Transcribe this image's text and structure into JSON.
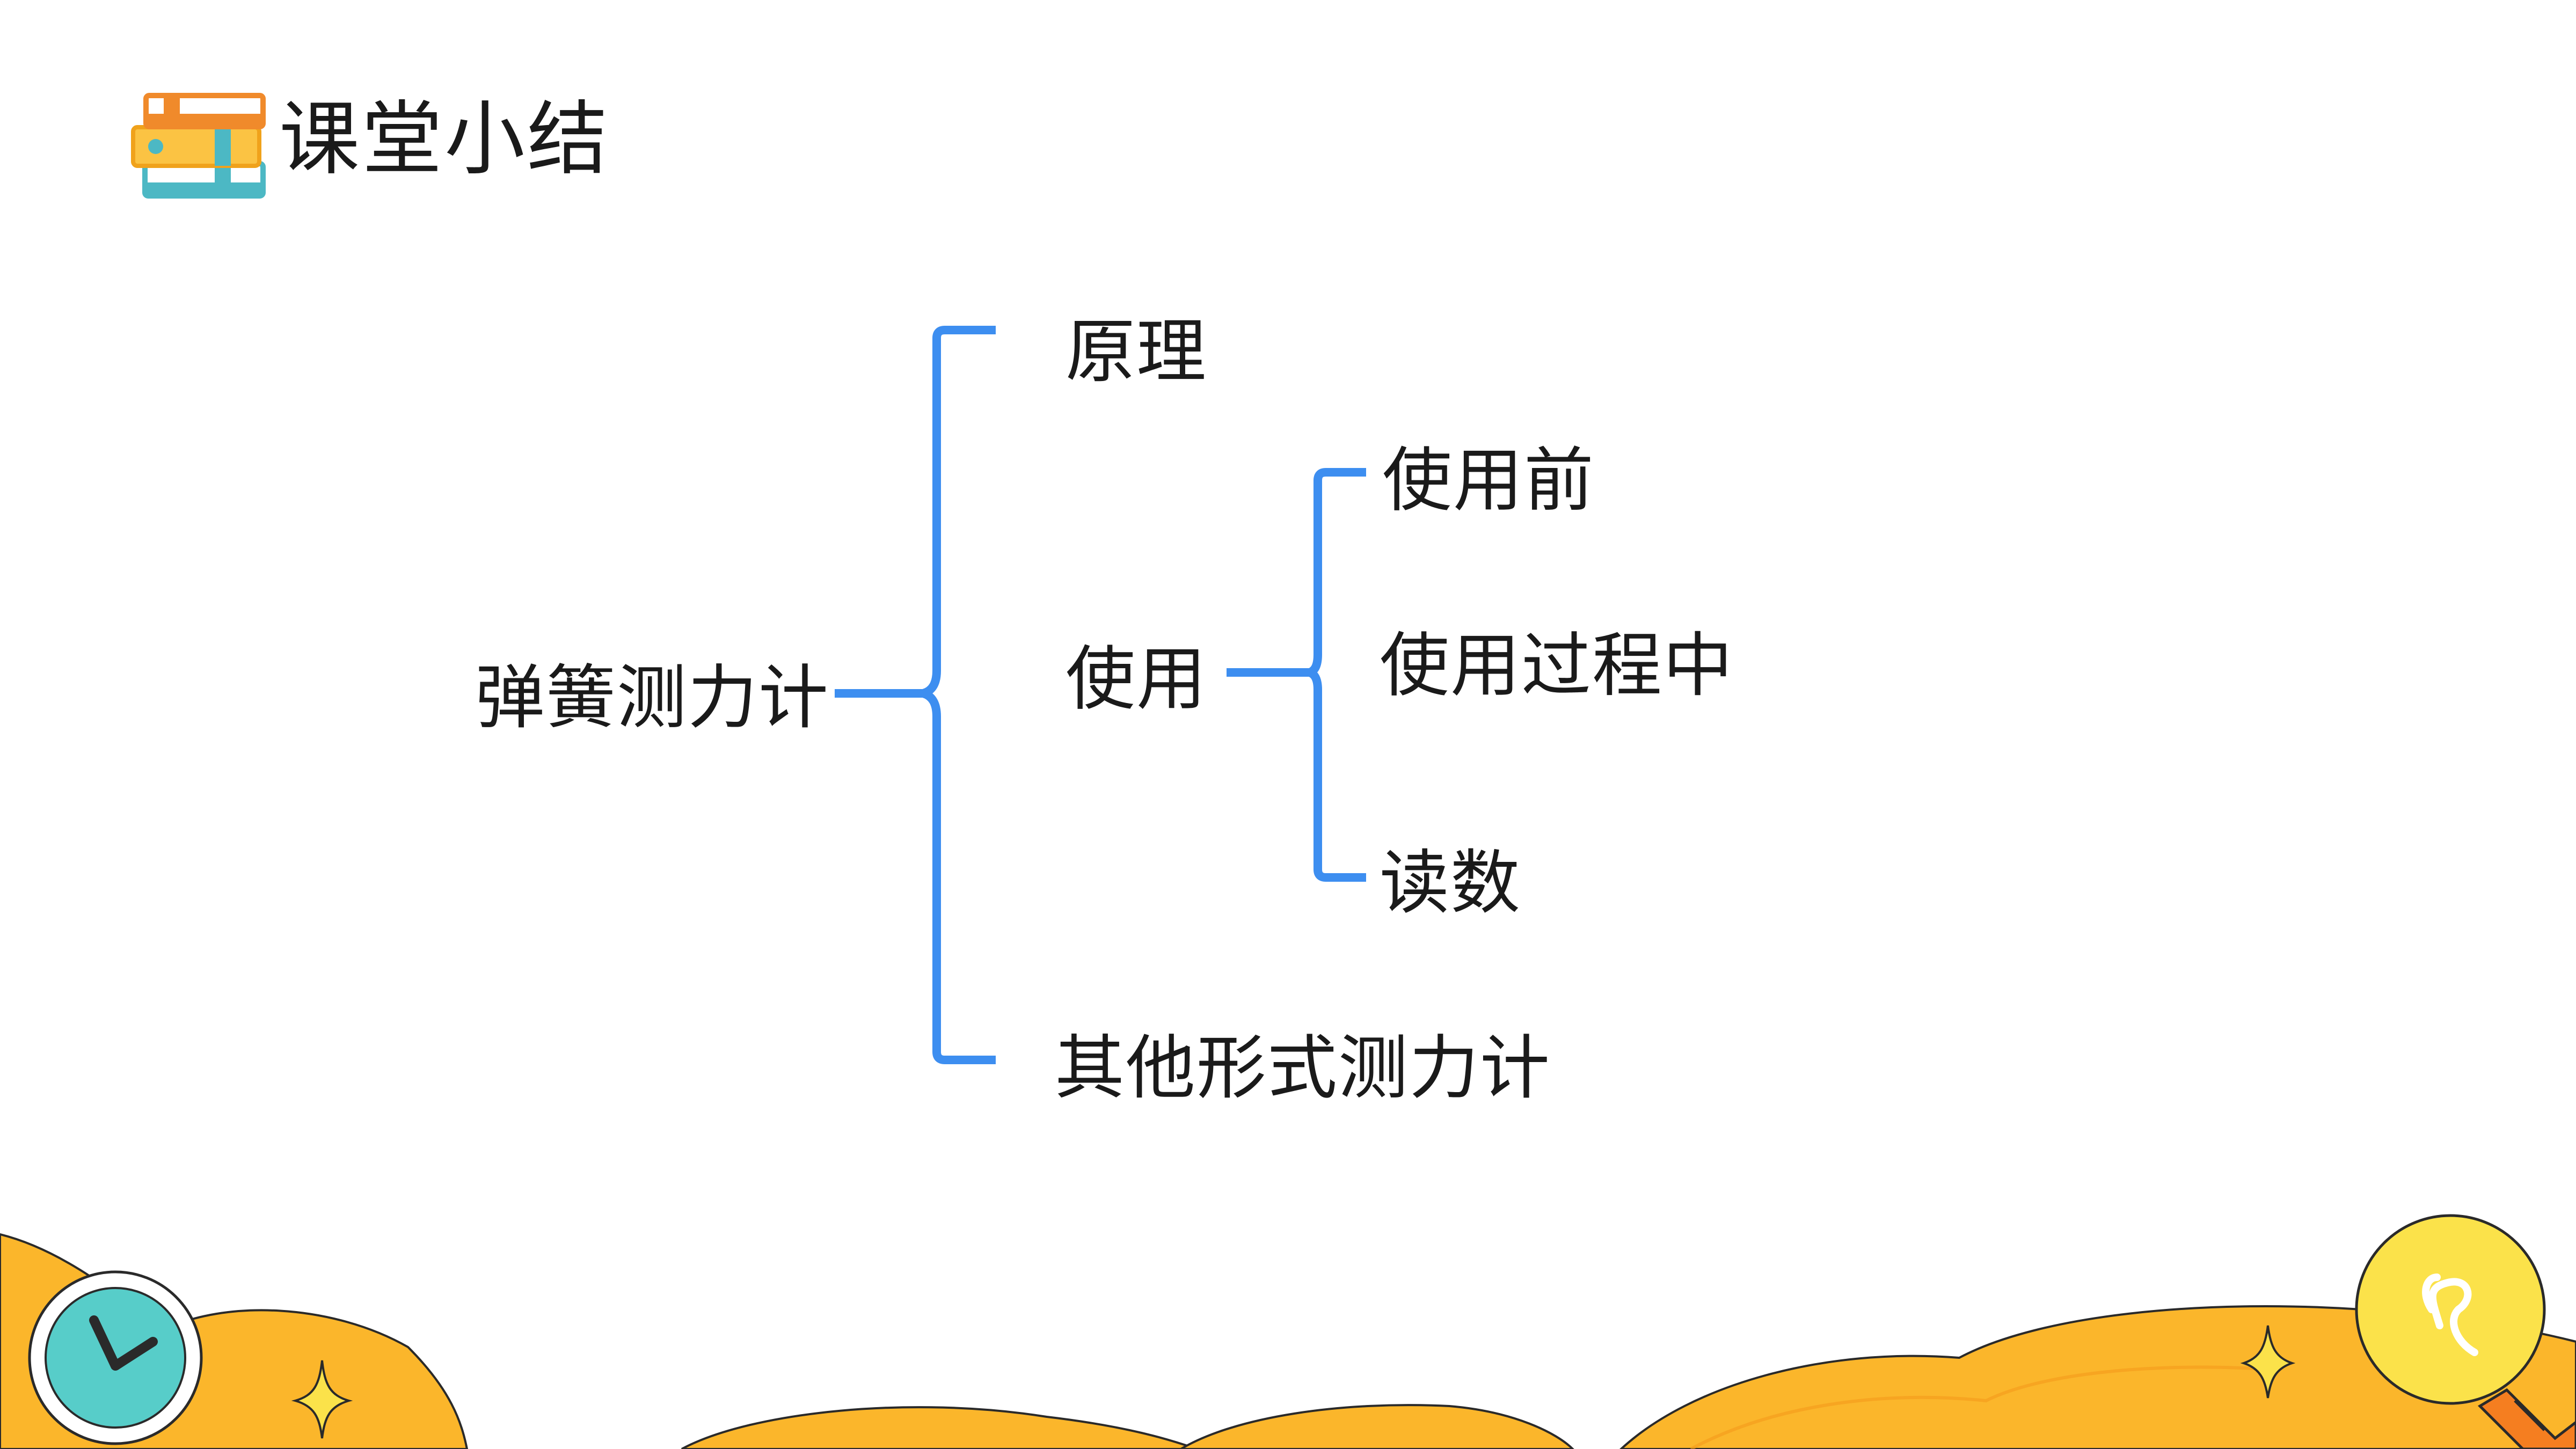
{
  "header": {
    "title": "课堂小结",
    "icon": "stacked-books-icon"
  },
  "diagram": {
    "root": "弹簧测力计",
    "branches": [
      {
        "label": "原理"
      },
      {
        "label": "使用",
        "children": [
          "使用前",
          "使用过程中",
          "读数"
        ]
      },
      {
        "label": "其他形式测力计"
      }
    ]
  },
  "decorations": {
    "bottom_left": "clock-icon",
    "bottom_right": "light-bulb-icon",
    "sparkles": "sparkle-icon"
  },
  "colors": {
    "bracket": "#3d8ef0",
    "wave": "#fbb62b",
    "clock": "#57cdc9",
    "bulb": "#fbe24a",
    "text": "#1a1a1a"
  }
}
